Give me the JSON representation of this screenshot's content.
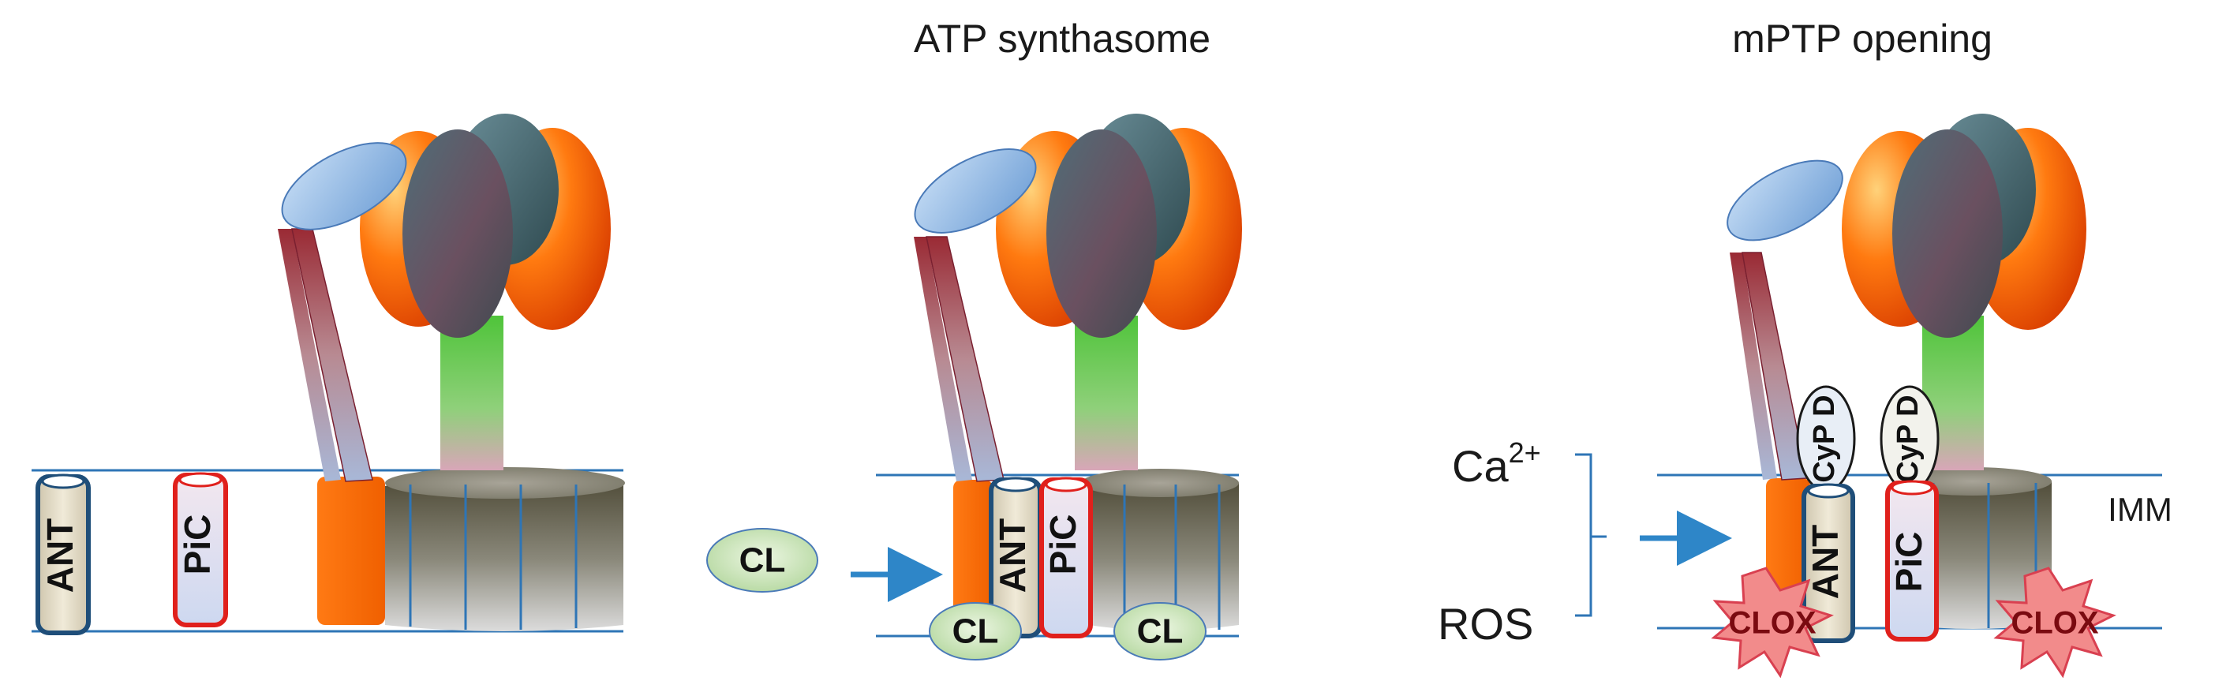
{
  "titles": {
    "panel2": "ATP synthasome",
    "panel3": "mPTP opening"
  },
  "molecules": {
    "ant": "ANT",
    "pic": "PiC",
    "cl": "CL",
    "cypd": "CyP D",
    "clox": "CLOX"
  },
  "stimuli": {
    "calcium_base": "Ca",
    "calcium_charge": "2+",
    "ros": "ROS"
  },
  "membrane_label": "IMM",
  "colors": {
    "membrane_line": "#2e75b6",
    "arrow": "#2e86c8",
    "ant_border": "#1f4e79",
    "pic_border": "#e0201c",
    "cl_fill": "#c6e0b4",
    "clox_fill": "#f28b8b",
    "orange_subunit": "#ff6a00",
    "green_stalk": "#5dcb3f",
    "blue_cap": "#8fb4e3"
  }
}
